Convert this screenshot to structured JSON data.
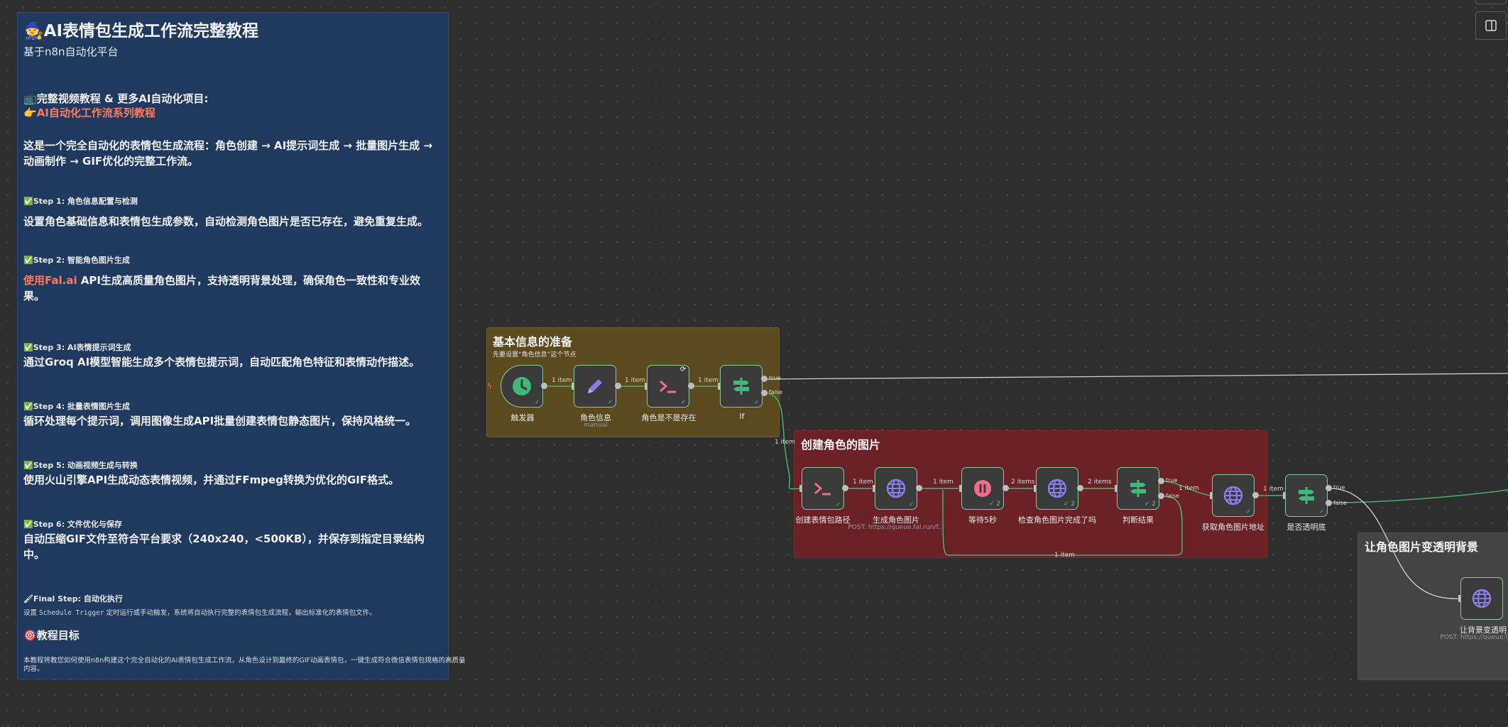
{
  "doc": {
    "title": "AI表情包生成工作流完整教程",
    "subtitle": "基于n8n自动化平台",
    "video_heading": "完整视频教程 & 更多AI自动化项目:",
    "video_link": "AI自动化工作流系列教程",
    "intro_line1": "这是一个完全自动化的表情包生成流程：角色创建 → AI提示词生成 → 批量图片生成 →",
    "intro_line2": "动画制作 → GIF优化的完整工作流。",
    "steps": [
      {
        "title": "Step 1: 角色信息配置与检测",
        "desc_line1": "设置角色基础信息和表情包生成参数，自动检测角色图片是否已存在，避免重复生成。"
      },
      {
        "title": "Step 2: 智能角色图片生成",
        "desc_highlight": "使用Fal.ai",
        "desc_line1": " API生成高质量角色图片，支持透明背景处理，确保角色一致性和专业效",
        "desc_line2": "果。"
      },
      {
        "title": "Step 3: AI表情提示词生成",
        "desc_line1": "通过Groq AI模型智能生成多个表情包提示词，自动匹配角色特征和表情动作描述。"
      },
      {
        "title": "Step 4: 批量表情图片生成",
        "desc_line1": "循环处理每个提示词，调用图像生成API批量创建表情包静态图片，保持风格统一。"
      },
      {
        "title": "Step 5: 动画视频生成与转换",
        "desc_line1": "使用火山引擎API生成动态表情视频，并通过FFmpeg转换为优化的GIF格式。"
      },
      {
        "title": "Step 6: 文件优化与保存",
        "desc_line1": "自动压缩GIF文件至符合平台要求（240x240，<500KB），并保存到指定目录结构",
        "desc_line2": "中。"
      }
    ],
    "final_step_title": "Final Step: 自动化执行",
    "final_step_pre": "设置 ",
    "final_step_code": "Schedule Trigger",
    "final_step_post": " 定时运行或手动触发，系统将自动执行完整的表情包生成流程，输出标准化的表情包文件。",
    "goal_heading": "教程目标",
    "goal_line1": "本教程将教您如何使用n8n构建这个完全自动化的AI表情包生成工作流，从角色设计到最终的GIF动画表情包，一键生成符合微信表情包规格的高质量",
    "goal_line2": "内容。"
  },
  "groups": {
    "g1": {
      "title": "基本信息的准备",
      "subtitle": "先要设置“角色信息”这个节点"
    },
    "g2": {
      "title": "创建角色的图片"
    },
    "g3": {
      "title": "让角色图片变透明背景"
    }
  },
  "nodes": {
    "trigger": {
      "label": "触发器"
    },
    "role_info": {
      "label": "角色信息",
      "sub": "manual"
    },
    "role_exists": {
      "label": "角色是不是存在"
    },
    "if1": {
      "label": "If"
    },
    "create_path": {
      "label": "创建表情包路径"
    },
    "gen_role_img": {
      "label": "生成角色图片",
      "sub": "POST: https://queue.fal.run/f..."
    },
    "wait5": {
      "label": "等待5秒",
      "count": "2"
    },
    "check_done": {
      "label": "检查角色图片完成了吗",
      "count": "2"
    },
    "judge": {
      "label": "判断结果",
      "count": "2"
    },
    "get_url": {
      "label": "获取角色图片地址"
    },
    "is_transparent": {
      "label": "是否透明底"
    },
    "make_transparent": {
      "label": "让背景变透明",
      "sub": "POST: https://queue.fal.r..."
    }
  },
  "edges": {
    "e1": "1 item",
    "e2": "1 item",
    "e3": "1 item",
    "if_false": "1 item",
    "e5": "1 item",
    "e6": "1 item",
    "e7": "2 items",
    "e8": "2 items",
    "judge_true": "1 item",
    "e10": "1 item",
    "loop": "1 item",
    "true": "true",
    "false": "false"
  },
  "colors": {
    "canvas": "#2e2e2e",
    "doc_bg": "#1f3a5e",
    "group1": "#5a4a1d",
    "group2": "#6b2125",
    "group3": "#444444",
    "edge": "#4caf6e",
    "accent": "#ff7a5c"
  },
  "icons": [
    "schedule-icon",
    "pencil-icon",
    "terminal-icon",
    "if-icon",
    "globe-icon",
    "pause-icon",
    "sidebar-toggle-icon"
  ]
}
